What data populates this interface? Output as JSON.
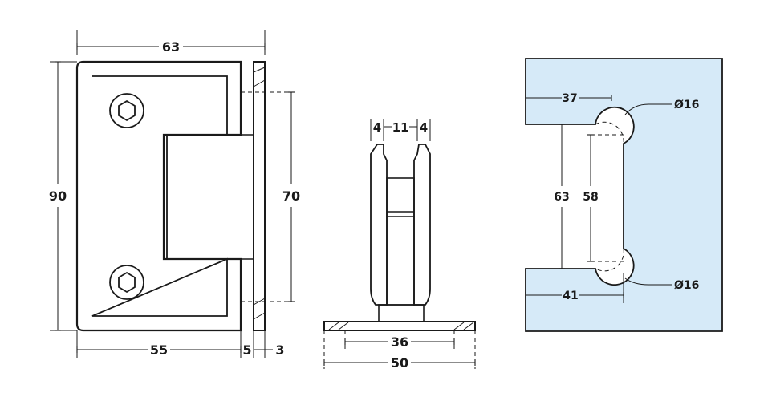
{
  "views": {
    "front": {
      "dims": {
        "width_total": "63",
        "height_total": "90",
        "height_plate": "70",
        "width_body": "55",
        "gap": "5",
        "plate": "3"
      }
    },
    "side": {
      "dims": {
        "left_wall": "4",
        "glass_gap": "11",
        "right_wall": "4",
        "base_inner": "36",
        "base_total": "50"
      }
    },
    "cutout": {
      "dims": {
        "depth_top": "37",
        "depth_bottom": "41",
        "height_outer": "63",
        "height_inner": "58",
        "hole_top": "Ø16",
        "hole_bottom": "Ø16"
      },
      "colors": {
        "glass": "#d6eaf8"
      }
    }
  }
}
